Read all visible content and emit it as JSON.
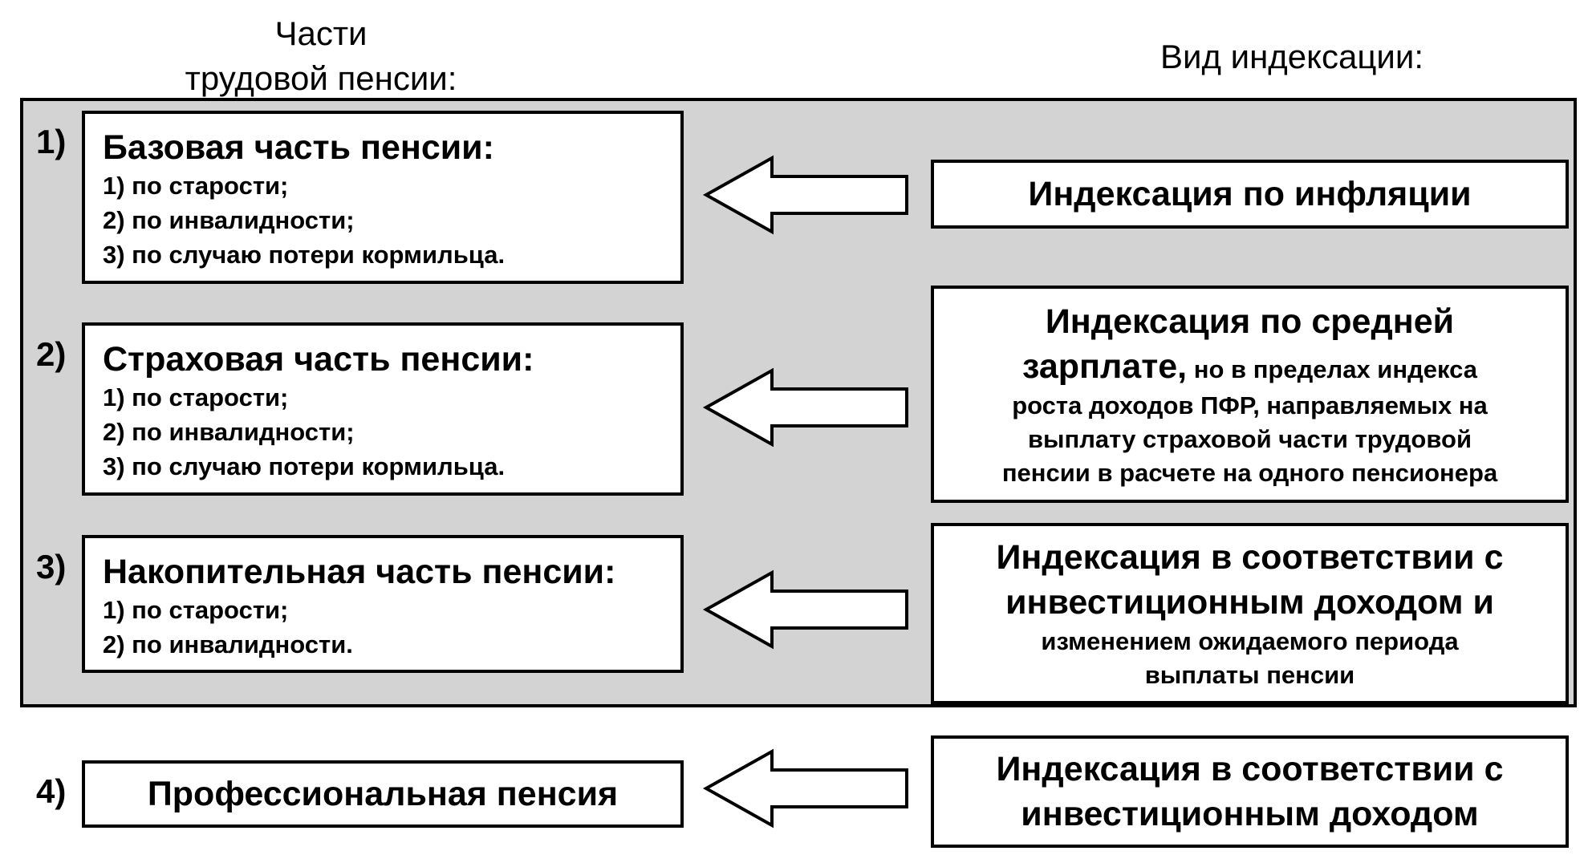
{
  "header": {
    "left_line1": "Части",
    "left_line2": "трудовой пенсии:",
    "right": "Вид индексации:"
  },
  "rows": [
    {
      "number": "1)",
      "part": {
        "title": "Базовая часть пенсии:",
        "items": [
          "1) по старости;",
          "2) по инвалидности;",
          "3) по случаю потери кормильца."
        ]
      },
      "indexation": {
        "big": "Индексация по инфляции"
      }
    },
    {
      "number": "2)",
      "part": {
        "title": "Страховая часть пенсии:",
        "items": [
          "1) по старости;",
          "2) по инвалидности;",
          "3) по случаю потери кормильца."
        ]
      },
      "indexation": {
        "big1": "Индексация по средней",
        "big2": "зарплате,",
        "small1": " но в пределах индекса",
        "small2": "роста доходов ПФР, направляемых на",
        "small3": "выплату страховой части трудовой",
        "small4": "пенсии в расчете на одного пенсионера"
      }
    },
    {
      "number": "3)",
      "part": {
        "title": "Накопительная часть пенсии:",
        "items": [
          "1) по старости;",
          "2) по инвалидности."
        ]
      },
      "indexation": {
        "big1": "Индексация в соответствии с",
        "big2": "инвестиционным доходом и",
        "small1": "изменением ожидаемого периода",
        "small2": "выплаты пенсии"
      }
    },
    {
      "number": "4)",
      "part": {
        "title": "Профессиональная пенсия"
      },
      "indexation": {
        "big1": "Индексация в соответствии с",
        "big2": "инвестиционным доходом"
      }
    }
  ]
}
